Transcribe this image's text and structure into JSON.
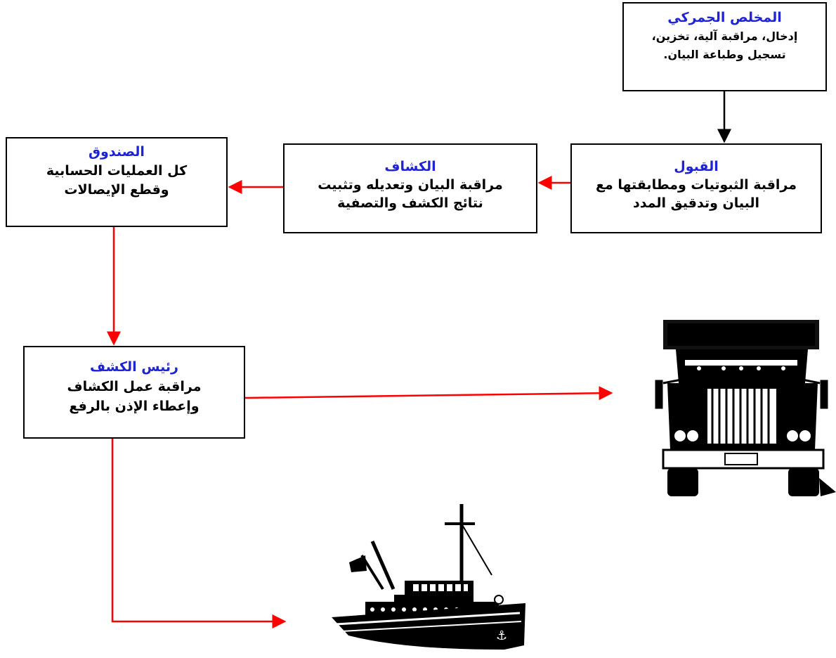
{
  "boxes": {
    "customs_broker": {
      "title": "المخلص الجمركي",
      "line1": "إدخال، مراقبة آلية، تخزين،",
      "line2": "تسجيل وطباعة البيان."
    },
    "acceptance": {
      "title": "القبول",
      "line1": "مراقبة الثبوتيات ومطابقتها مع",
      "line2": "البيان  وتدقيق المدد"
    },
    "inspector": {
      "title": "الكشاف",
      "line1": "مراقبة البيان وتعديله وتثبيت",
      "line2": "نتائج الكشف والتصفية"
    },
    "treasury": {
      "title": "الصندوق",
      "line1": "كل العمليات الحسابية",
      "line2": "وقطع الإيصالات"
    },
    "chief_inspector": {
      "title": "رئيس الكشف",
      "line1": "مراقبة عمل الكشاف",
      "line2": "وإعطاء الإذن بالرفع"
    }
  },
  "colors": {
    "title_blue": "#1f23d6",
    "arrow_red": "#ff0000",
    "arrow_black": "#000000",
    "box_border": "#000000"
  },
  "images": {
    "truck": "truck-clipart",
    "ship": "ship-clipart"
  }
}
